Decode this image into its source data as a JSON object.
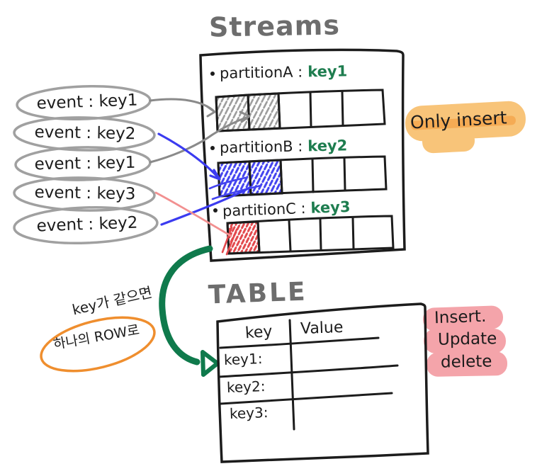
{
  "streams": {
    "title": "Streams",
    "note": "Only insert",
    "partitions": [
      {
        "label": "partitionA :",
        "key": "key1"
      },
      {
        "label": "partitionB :",
        "key": "key2"
      },
      {
        "label": "partitionC :",
        "key": "key3"
      }
    ]
  },
  "events": [
    {
      "label": "event : key1"
    },
    {
      "label": "event : key2"
    },
    {
      "label": "event : key1"
    },
    {
      "label": "event : key3"
    },
    {
      "label": "event : key2"
    }
  ],
  "table": {
    "title": "TABLE",
    "columns": [
      "key",
      "Value"
    ],
    "rows": [
      {
        "key": "key1:",
        "value": ""
      },
      {
        "key": "key2:",
        "value": ""
      },
      {
        "key": "key3:",
        "value": ""
      }
    ],
    "ops": [
      "Insert.",
      "Update",
      "delete"
    ]
  },
  "annotation": {
    "line1": "key가 같으면",
    "line2": "하나의 ROW로"
  },
  "colors": {
    "ink": "#1c1c1c",
    "title_gray": "#6d6d6d",
    "oval_gray": "#a0a0a0",
    "connector_gray": "#8a8a8a",
    "key_green": "#1e7d4f",
    "arrow_green": "#0f7a4c",
    "event_blue": "#3b3bf0",
    "event_red": "#f29090",
    "hatch_gray": "#9c9c9c",
    "hatch_blue": "#4343ef",
    "hatch_red": "#e2484c",
    "highlight_orange": "#f8c479",
    "highlight_orange_dark": "#f4a74e",
    "note_oval_orange": "#ef8e2e",
    "highlight_pink": "#f4a4aa"
  }
}
